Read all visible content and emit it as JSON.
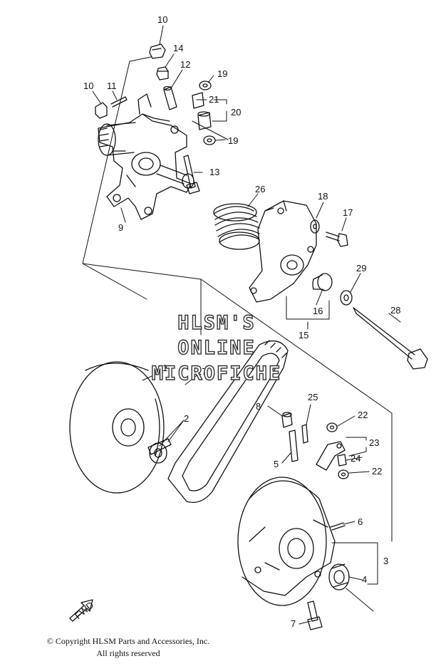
{
  "watermark": {
    "line1": "HLSM'S",
    "line2": "ONLINE",
    "line3": "MICROFICHE"
  },
  "footer": {
    "copyright": "© Copyright HLSM Parts and Accessories, Inc.",
    "rights": "All rights reserved"
  },
  "arrow_label": "FWD",
  "callouts": {
    "p1": "1",
    "p2": "2",
    "p3": "3",
    "p4": "4",
    "p5": "5",
    "p6": "6",
    "p7": "7",
    "p8": "8",
    "p9": "9",
    "p10a": "10",
    "p10b": "10",
    "p11": "11",
    "p12": "12",
    "p13": "13",
    "p14": "14",
    "p15": "15",
    "p16": "16",
    "p17": "17",
    "p18": "18",
    "p19a": "19",
    "p19b": "19",
    "p20": "20",
    "p21": "21",
    "p22a": "22",
    "p22b": "22",
    "p23": "23",
    "p24": "24",
    "p25": "25",
    "p26": "26",
    "p27": "27",
    "p28": "28",
    "p29": "29"
  },
  "colors": {
    "ink": "#111111",
    "paper": "#ffffff",
    "watermark_stroke": "#333333"
  }
}
